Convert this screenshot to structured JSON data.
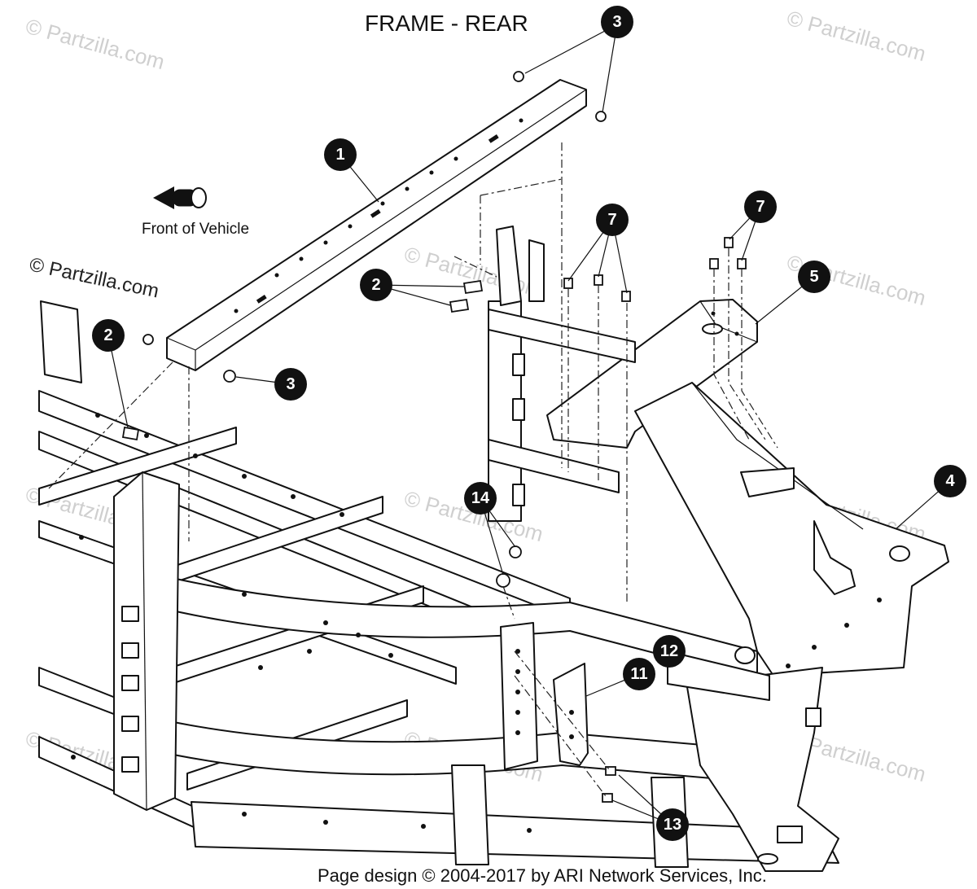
{
  "title": "FRAME - REAR",
  "direction_label": "Front of Vehicle",
  "watermark": "© Partzilla.com",
  "footer": "Page design © 2004-2017 by ARI Network Services, Inc.",
  "callouts": {
    "c1": "1",
    "c2a": "2",
    "c2b": "2",
    "c3a": "3",
    "c3b": "3",
    "c4": "4",
    "c5": "5",
    "c7a": "7",
    "c7b": "7",
    "c11": "11",
    "c12": "12",
    "c13": "13",
    "c14": "14"
  },
  "colors": {
    "callout_fill": "#111111",
    "line": "#111111",
    "watermark": "#cfcfcf"
  },
  "icons": {
    "direction": "arrow-left-icon"
  }
}
